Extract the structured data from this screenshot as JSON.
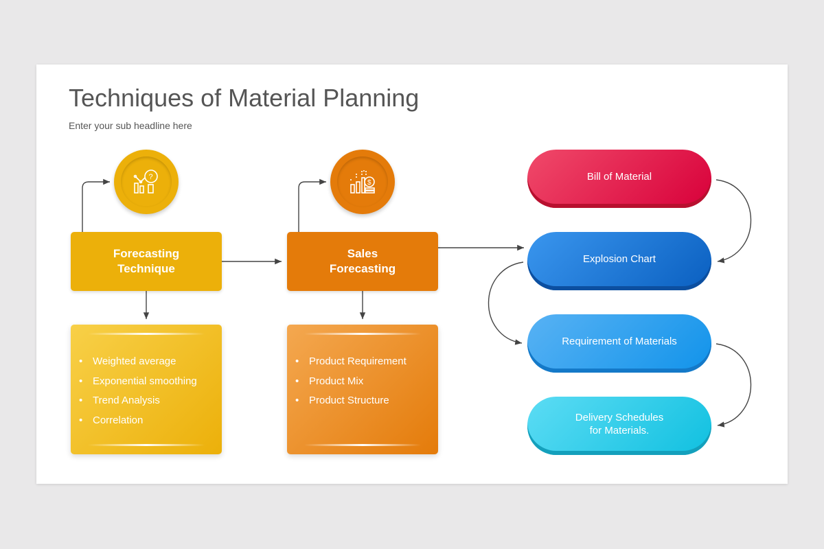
{
  "title": "Techniques of Material Planning",
  "subtitle": "Enter your sub headline here",
  "columns": [
    {
      "heading_line1": "Forecasting",
      "heading_line2": "Technique",
      "icon": "chart-magnifier-question-icon",
      "color": "#ecb00a",
      "items": [
        "Weighted average",
        "Exponential smoothing",
        "Trend Analysis",
        "Correlation"
      ]
    },
    {
      "heading_line1": "Sales",
      "heading_line2": "Forecasting",
      "icon": "bar-chart-coins-icon",
      "color": "#e47b0a",
      "items": [
        "Product Requirement",
        "Product Mix",
        "Product Structure"
      ]
    }
  ],
  "steps": [
    {
      "label": "Bill of Material",
      "color": "#e02248"
    },
    {
      "label": "Explosion Chart",
      "color": "#1a74d8"
    },
    {
      "label": "Requirement of Materials",
      "color": "#2a9ef0"
    },
    {
      "label": "Delivery Schedules for Materials.",
      "color": "#2ccbea"
    }
  ]
}
